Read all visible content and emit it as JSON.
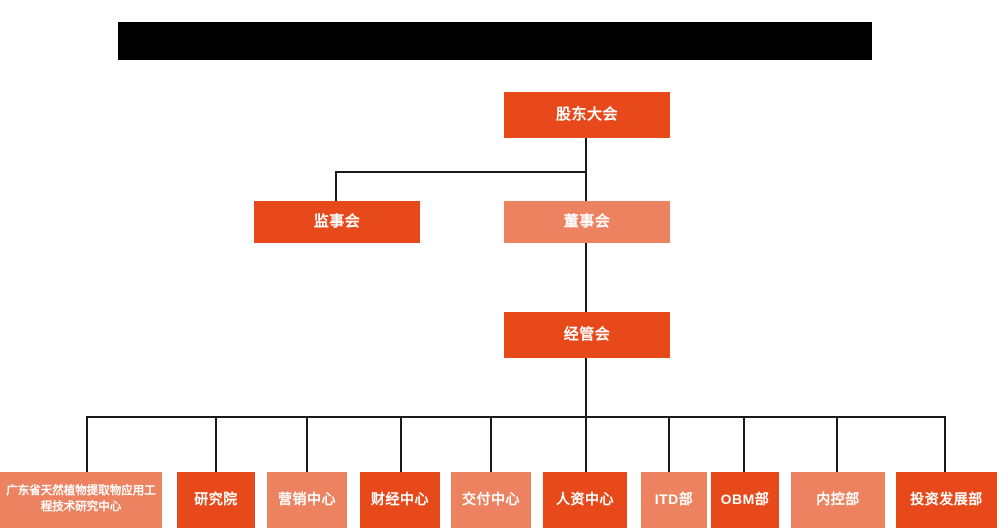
{
  "diagram": {
    "title_bar": {
      "name": "redacted-title-bar",
      "text": ""
    },
    "colors": {
      "dark_orange": "#E8491B",
      "light_orange": "#ED8260",
      "connector": "#1a1a1a",
      "redaction": "#000000",
      "background": "#ffffff",
      "node_text": "#ffffff"
    },
    "levels": {
      "level1": [
        {
          "id": "shareholders-meeting",
          "label": "股东大会",
          "shade": "dark"
        }
      ],
      "level2": [
        {
          "id": "board-of-supervisors",
          "label": "监事会",
          "shade": "dark"
        },
        {
          "id": "board-of-directors",
          "label": "董事会",
          "shade": "light"
        }
      ],
      "level3": [
        {
          "id": "management-committee",
          "label": "经管会",
          "shade": "dark"
        }
      ],
      "level4": [
        {
          "id": "guangdong-research-center",
          "label": "广东省天然植物提取物应用工程技术研究中心",
          "shade": "light"
        },
        {
          "id": "research-institute",
          "label": "研究院",
          "shade": "dark"
        },
        {
          "id": "marketing-center",
          "label": "营销中心",
          "shade": "light"
        },
        {
          "id": "finance-center",
          "label": "财经中心",
          "shade": "dark"
        },
        {
          "id": "delivery-center",
          "label": "交付中心",
          "shade": "light"
        },
        {
          "id": "hr-center",
          "label": "人资中心",
          "shade": "dark"
        },
        {
          "id": "itd-department",
          "label": "ITD部",
          "shade": "light"
        },
        {
          "id": "obm-department",
          "label": "OBM部",
          "shade": "dark"
        },
        {
          "id": "internal-control-department",
          "label": "内控部",
          "shade": "light"
        },
        {
          "id": "investment-development-department",
          "label": "投资发展部",
          "shade": "dark"
        }
      ]
    }
  }
}
